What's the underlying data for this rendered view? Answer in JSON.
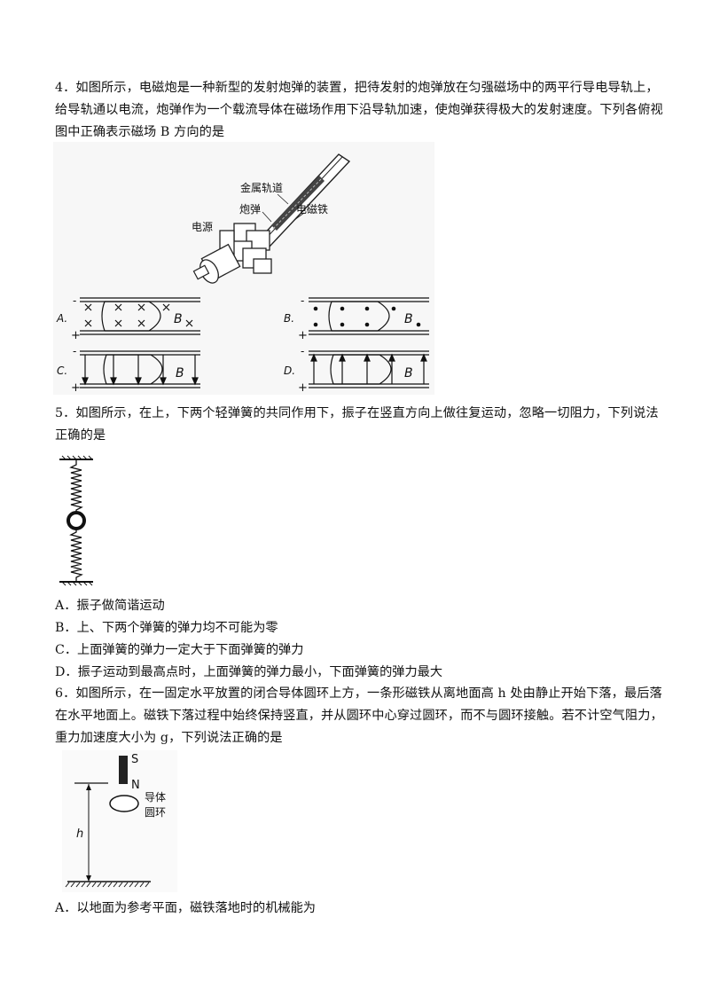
{
  "q4": {
    "lines": [
      "4．如图所示，电磁炮是一种新型的发射炮弹的装置，把待发射的炮弹放在匀强磁场中的两平行导电导轨上，",
      "给导轨通以电流，炮弹作为一个载流导体在磁场作用下沿导轨加速，使炮弹获得极大的发射速度。下列各俯视",
      "图中正确表示磁场 B 方向的是"
    ],
    "figure_labels": {
      "rail": "金属轨道",
      "shell": "炮弹",
      "electromagnet": "电磁铁",
      "power": "电源"
    },
    "options": {
      "a": "A.",
      "b": "B.",
      "c": "C.",
      "d": "D.",
      "field": "B",
      "minus": "-",
      "plus": "+"
    }
  },
  "q5": {
    "lines": [
      "5．如图所示，在上，下两个轻弹簧的共同作用下，振子在竖直方向上做往复运动，忽略一切阻力，下列说法",
      "正确的是"
    ],
    "options": [
      "A．振子做简谐运动",
      "B．上、下两个弹簧的弹力均不可能为零",
      "C．上面弹簧的弹力一定大于下面弹簧的弹力",
      "D．振子运动到最高点时，上面弹簧的弹力最小，下面弹簧的弹力最大"
    ]
  },
  "q6": {
    "lines": [
      "6．如图所示，在一固定水平放置的闭合导体圆环上方，一条形磁铁从离地面高 h 处由静止开始下落，最后落",
      "在水平地面上。磁铁下落过程中始终保持竖直，并从圆环中心穿过圆环，而不与圆环接触。若不计空气阻力，",
      "重力加速度大小为 g，下列说法正确的是"
    ],
    "figure_labels": {
      "s": "S",
      "n": "N",
      "ring_1": "导体",
      "ring_2": "圆环",
      "h": "h"
    },
    "options": [
      "A．以地面为参考平面，磁铁落地时的机械能为"
    ]
  }
}
